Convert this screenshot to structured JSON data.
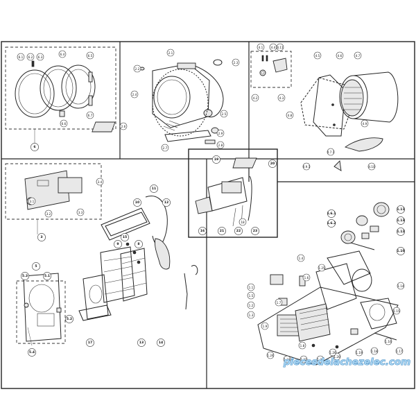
{
  "callouts": {
    "door_group": [
      "6.1",
      "6.2",
      "6.3",
      "6.4",
      "6.5",
      "6.6",
      "6.7",
      "6"
    ],
    "tub_group": [
      "2.1",
      "2.2",
      "2.3",
      "2.4",
      "2.5",
      "2.6",
      "2.7",
      "2.8",
      "2.9"
    ],
    "drum_group": [
      "4.1",
      "4.2",
      "4.3",
      "4.4",
      "4.5",
      "4.6",
      "4.7",
      "4.8",
      "4.9",
      "4.10",
      "4.11",
      "4.9.1",
      "4.7.1"
    ],
    "control_panel_group": [
      "3.1",
      "3.2",
      "3.3",
      "3",
      "3.4"
    ],
    "detergent_group": [
      "19",
      "20",
      "21",
      "22",
      "23",
      "16",
      "18"
    ],
    "cabinet_group": [
      "11",
      "12",
      "13",
      "14",
      "15",
      "17",
      "10",
      "8",
      "9"
    ],
    "front_panel_group": [
      "5",
      "5.1",
      "5.2",
      "5.3",
      "5.4"
    ],
    "motor_group": [
      "1.11",
      "1.12",
      "1.13",
      "1.6.1",
      "1.6.2",
      "1.10"
    ],
    "base_group": [
      "1.1",
      "1.2",
      "1.3",
      "1.4",
      "1.5",
      "1.6",
      "1.7",
      "1.8",
      "1.9",
      "1.14",
      "1.15",
      "1.16",
      "1.17",
      "1.18",
      "1.19",
      "1.20",
      "1.21",
      "1.22",
      "1.23",
      "1.24",
      "1.25",
      "1.26"
    ]
  },
  "watermark": "piecesdelachezelec.com"
}
